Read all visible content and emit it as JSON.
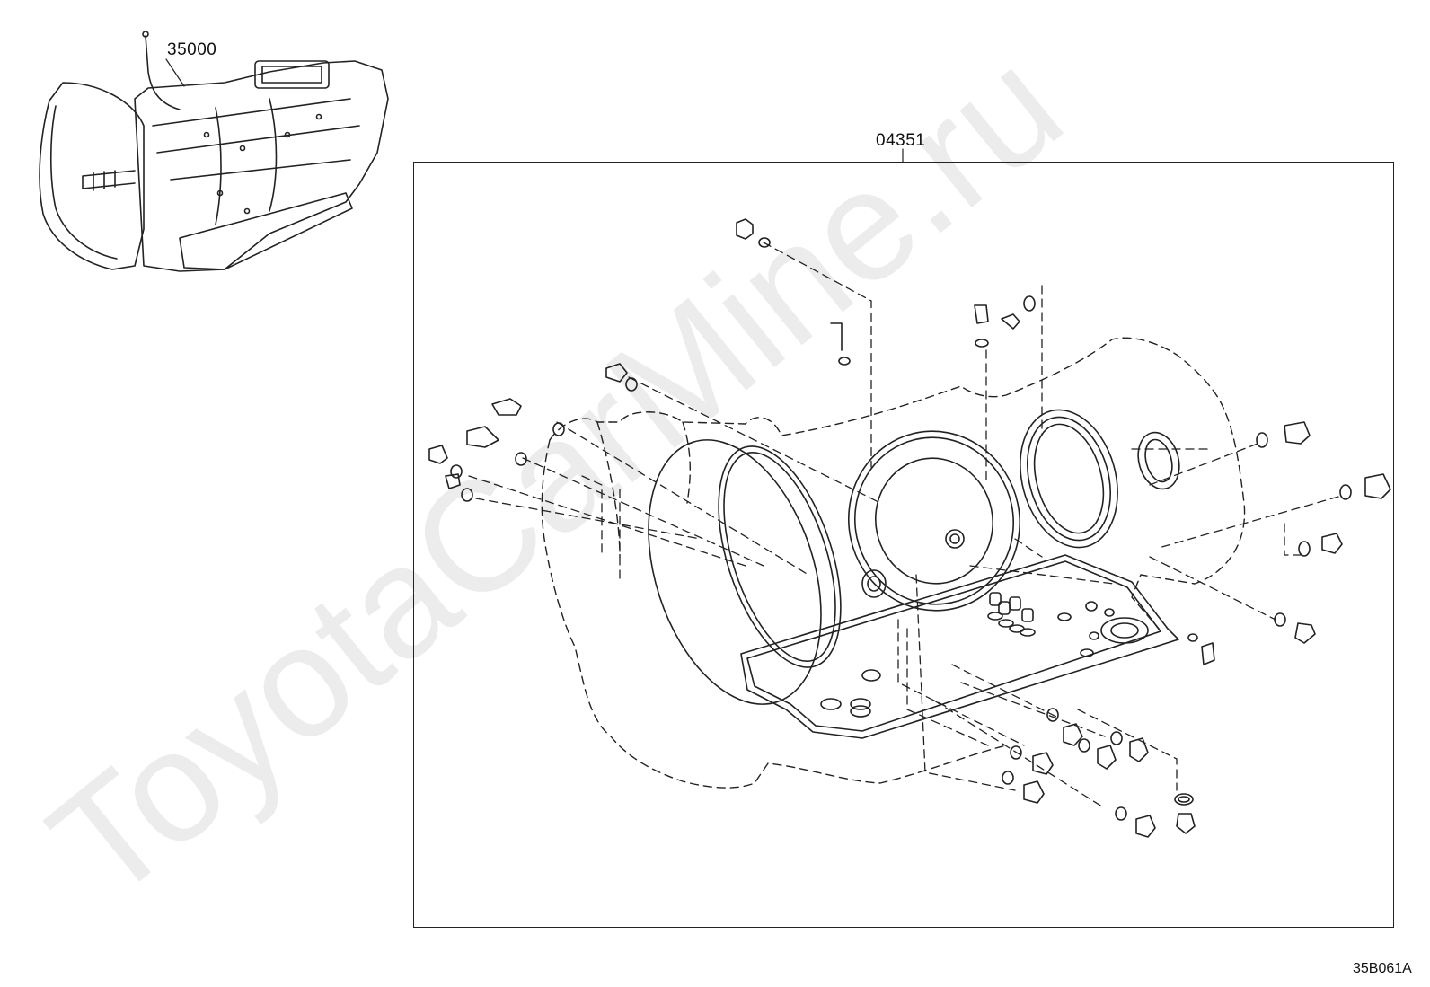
{
  "diagram": {
    "part_numbers": {
      "transmission_assembly": "35000",
      "gasket_kit": "04351"
    },
    "illustration_code": "35B061A",
    "watermark": "ToyotaCarMine.ru"
  }
}
